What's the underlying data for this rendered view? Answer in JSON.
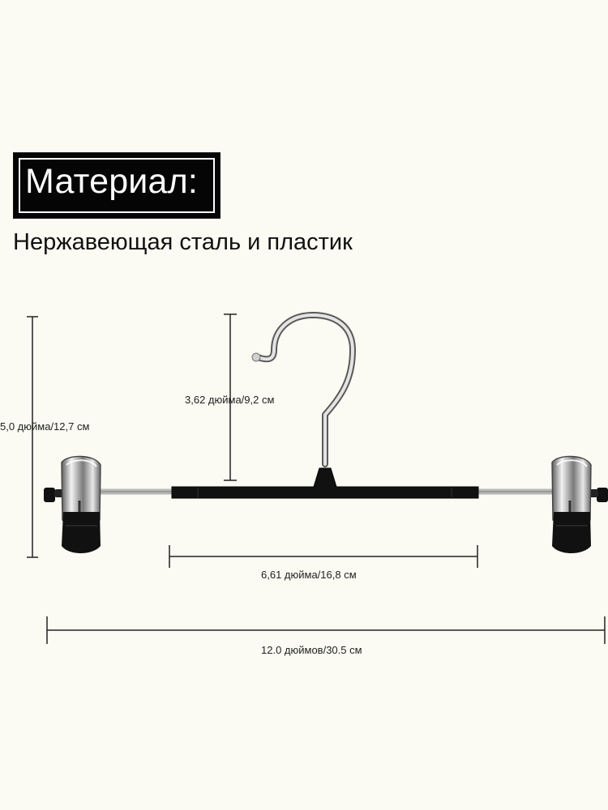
{
  "material": {
    "title": "Материал:",
    "description": "Нержавеющая сталь и пластик"
  },
  "dimensions": {
    "height": "5,0 дюйма/12,7 см",
    "hook": "3,62 дюйма/9,2 см",
    "bar": "6,61 дюйма/16,8 см",
    "total": "12.0 дюймов/30.5 см"
  },
  "colors": {
    "background": "#fbfbf3",
    "material_box": "#050505",
    "hanger_body": "#111111",
    "metal": "#a8a8a8"
  }
}
